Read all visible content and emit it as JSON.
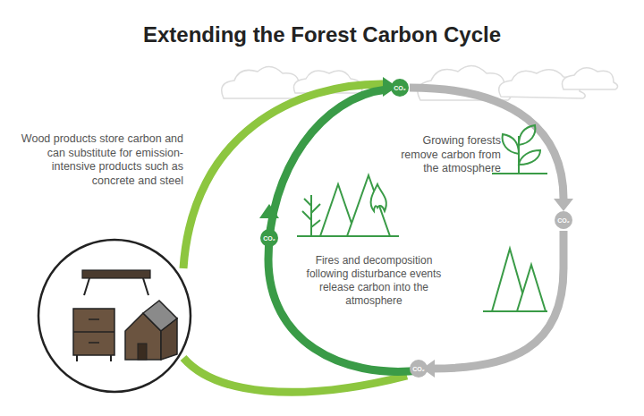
{
  "diagram": {
    "title": "Extending the Forest Carbon Cycle",
    "labels": [
      "Wood products store carbon and can substitute for emission-intensive products such as concrete and steel",
      "Growing forests remove carbon from the atmosphere",
      "Fires and decomposition following disturbance events release carbon into the atmosphere",
      "CO₂",
      "CO₂",
      "CO₂",
      "CO₂"
    ]
  }
}
